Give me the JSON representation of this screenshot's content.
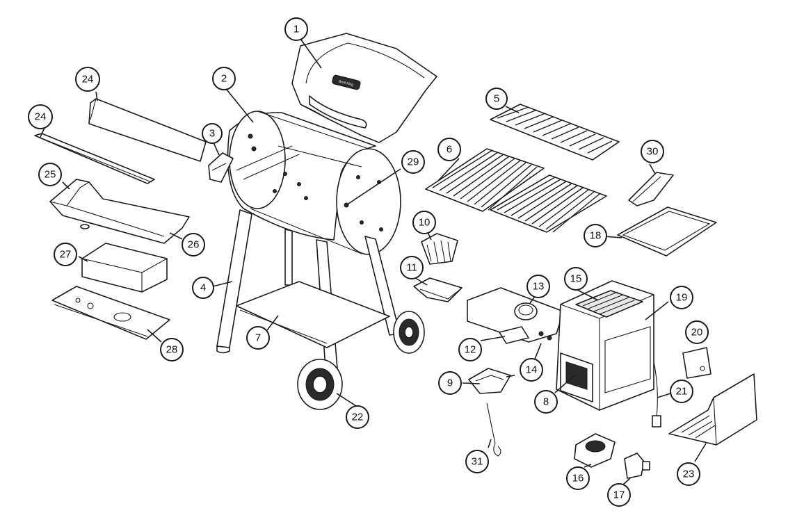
{
  "diagram": {
    "type": "exploded-parts-view",
    "callouts": [
      {
        "id": "1",
        "label": "1"
      },
      {
        "id": "2",
        "label": "2"
      },
      {
        "id": "3",
        "label": "3"
      },
      {
        "id": "4",
        "label": "4"
      },
      {
        "id": "5",
        "label": "5"
      },
      {
        "id": "6",
        "label": "6"
      },
      {
        "id": "7",
        "label": "7"
      },
      {
        "id": "8",
        "label": "8"
      },
      {
        "id": "9",
        "label": "9"
      },
      {
        "id": "10",
        "label": "10"
      },
      {
        "id": "11",
        "label": "11"
      },
      {
        "id": "12",
        "label": "12"
      },
      {
        "id": "13",
        "label": "13"
      },
      {
        "id": "14",
        "label": "14"
      },
      {
        "id": "15",
        "label": "15"
      },
      {
        "id": "16",
        "label": "16"
      },
      {
        "id": "17",
        "label": "17"
      },
      {
        "id": "18",
        "label": "18"
      },
      {
        "id": "19",
        "label": "19"
      },
      {
        "id": "20",
        "label": "20"
      },
      {
        "id": "21",
        "label": "21"
      },
      {
        "id": "22",
        "label": "22"
      },
      {
        "id": "23",
        "label": "23"
      },
      {
        "id": "24a",
        "label": "24"
      },
      {
        "id": "24b",
        "label": "24"
      },
      {
        "id": "25",
        "label": "25"
      },
      {
        "id": "26",
        "label": "26"
      },
      {
        "id": "27",
        "label": "27"
      },
      {
        "id": "28",
        "label": "28"
      },
      {
        "id": "29",
        "label": "29"
      },
      {
        "id": "30",
        "label": "30"
      },
      {
        "id": "31",
        "label": "31"
      }
    ],
    "colors": {
      "line": "#1a1a1a",
      "background": "#ffffff",
      "fill": "#ffffff"
    }
  }
}
